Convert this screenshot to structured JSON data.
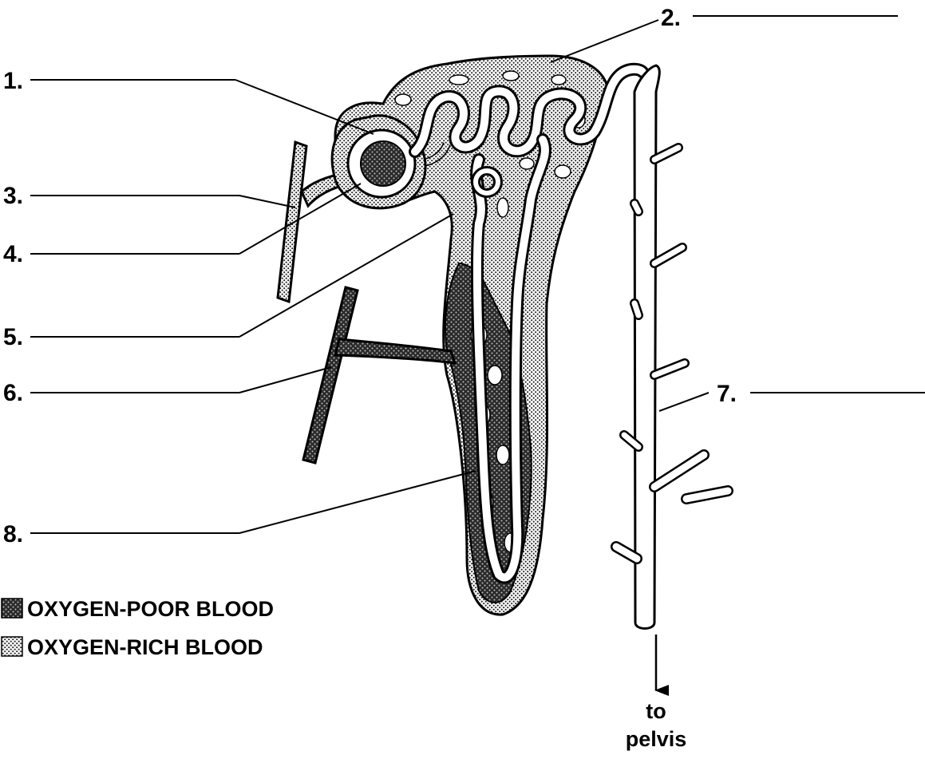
{
  "labels": [
    {
      "id": "1",
      "text": "1."
    },
    {
      "id": "2",
      "text": "2."
    },
    {
      "id": "3",
      "text": "3."
    },
    {
      "id": "4",
      "text": "4."
    },
    {
      "id": "5",
      "text": "5."
    },
    {
      "id": "6",
      "text": "6."
    },
    {
      "id": "7",
      "text": "7."
    },
    {
      "id": "8",
      "text": "8."
    }
  ],
  "legend": {
    "oxygen_poor": "OXYGEN-POOR BLOOD",
    "oxygen_rich": "OXYGEN-RICH BLOOD"
  },
  "arrow_caption": {
    "line1": "to",
    "line2": "pelvis"
  }
}
